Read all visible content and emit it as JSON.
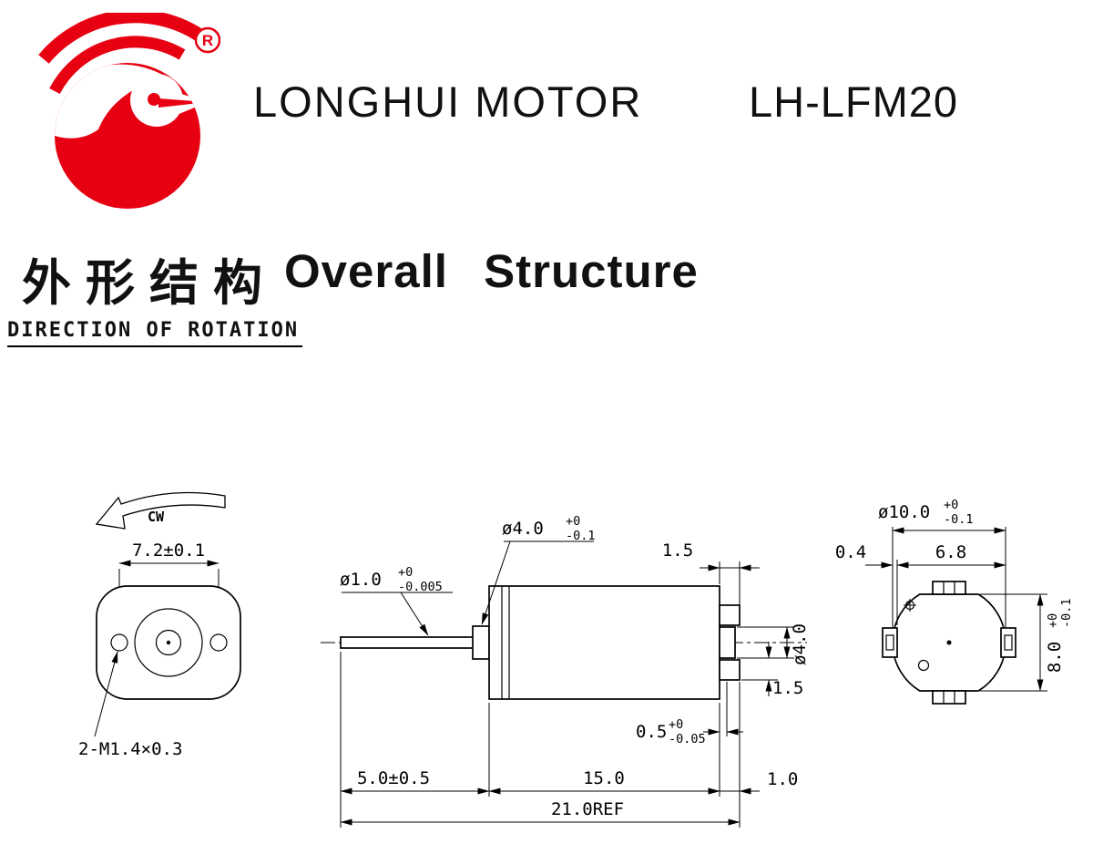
{
  "header": {
    "brand": "LONGHUI MOTOR",
    "model": "LH-LFM20",
    "registered_mark": "R"
  },
  "title": {
    "chinese": "外形结构",
    "english": "Overall Structure"
  },
  "section": {
    "label": "DIRECTION OF ROTATION"
  },
  "front_view": {
    "rotation": "CW",
    "hole_spacing": "7.2±0.1",
    "screw_spec": "2-M1.4×0.3"
  },
  "side_view": {
    "shaft_dia": "ø1.0",
    "shaft_dia_tol_up": "+0",
    "shaft_dia_tol_dn": "-0.005",
    "hub_dia": "ø4.0",
    "hub_dia_tol_up": "+0",
    "hub_dia_tol_dn": "-0.1",
    "endcap_step": "1.5",
    "boss_dia": "ø4.0",
    "terminal_offset": "1.5",
    "step_depth": "0.5",
    "step_depth_tol_up": "+0",
    "step_depth_tol_dn": "-0.05",
    "shaft_length": "5.0±0.5",
    "body_length": "15.0",
    "boss_length": "1.0",
    "overall_length": "21.0REF"
  },
  "rear_view": {
    "body_dia": "ø10.0",
    "body_dia_tol_up": "+0",
    "body_dia_tol_dn": "-0.1",
    "tab_offset": "0.4",
    "tab_span": "6.8",
    "body_height": "8.0",
    "body_height_tol_up": "+0",
    "body_height_tol_dn": "-0.1"
  },
  "colors": {
    "brand_red": "#e60012",
    "line": "#000000"
  }
}
